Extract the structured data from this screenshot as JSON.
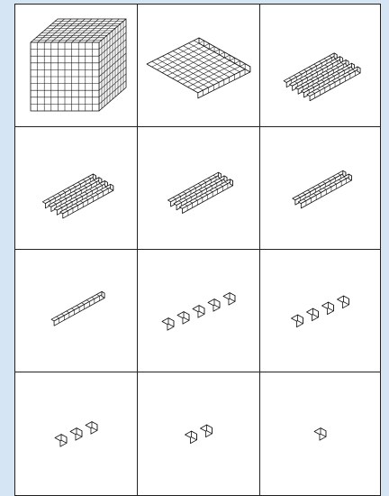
{
  "title": "",
  "cells": [
    {
      "kind": "cube",
      "count": 1
    },
    {
      "kind": "flat",
      "count": 1
    },
    {
      "kind": "rod",
      "count": 5
    },
    {
      "kind": "rod",
      "count": 4
    },
    {
      "kind": "rod",
      "count": 3
    },
    {
      "kind": "rod",
      "count": 2
    },
    {
      "kind": "rod",
      "count": 1
    },
    {
      "kind": "unit",
      "count": 5
    },
    {
      "kind": "unit",
      "count": 4
    },
    {
      "kind": "unit",
      "count": 3
    },
    {
      "kind": "unit",
      "count": 2
    },
    {
      "kind": "unit",
      "count": 1
    }
  ],
  "colors": {
    "background": "#d6e5f3",
    "card": "#ffffff",
    "stroke": "#111111",
    "face": "#ffffff"
  }
}
